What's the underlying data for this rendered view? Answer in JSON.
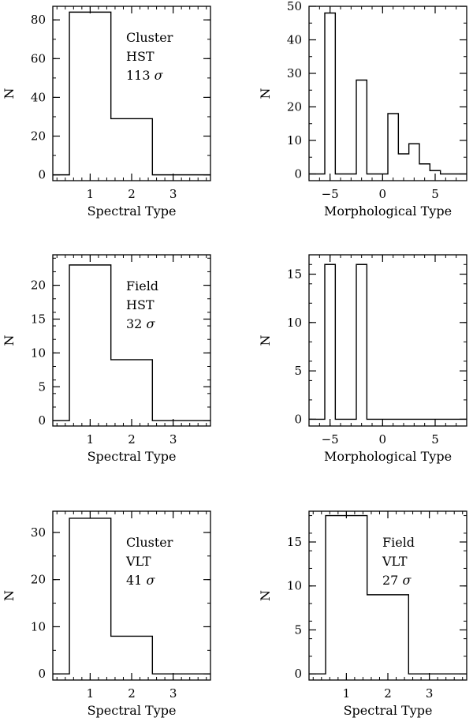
{
  "chart_data": [
    {
      "type": "bar",
      "xlabel": "Spectral Type",
      "ylabel": "N",
      "xlim": [
        0.1,
        3.9
      ],
      "ylim": [
        -3,
        87
      ],
      "xticks": [
        1,
        2,
        3
      ],
      "yticks": [
        0,
        20,
        40,
        60,
        80
      ],
      "annotation": [
        "Cluster",
        "HST",
        "113 σ"
      ],
      "bins": [
        {
          "x0": 0.1,
          "x1": 0.5,
          "value": 0
        },
        {
          "x0": 0.5,
          "x1": 1.5,
          "value": 84
        },
        {
          "x0": 1.5,
          "x1": 2.5,
          "value": 29
        },
        {
          "x0": 2.5,
          "x1": 3.9,
          "value": 0
        }
      ]
    },
    {
      "type": "bar",
      "xlabel": "Morphological Type",
      "ylabel": "N",
      "xlim": [
        -7,
        8
      ],
      "ylim": [
        -2,
        50
      ],
      "xticks": [
        -5,
        0,
        5
      ],
      "yticks": [
        0,
        10,
        20,
        30,
        40,
        50
      ],
      "annotation": [],
      "bins": [
        {
          "x0": -7,
          "x1": -5.5,
          "value": 0
        },
        {
          "x0": -5.5,
          "x1": -4.5,
          "value": 48
        },
        {
          "x0": -4.5,
          "x1": -2.5,
          "value": 0
        },
        {
          "x0": -2.5,
          "x1": -1.5,
          "value": 28
        },
        {
          "x0": -1.5,
          "x1": 0.5,
          "value": 0
        },
        {
          "x0": 0.5,
          "x1": 1.5,
          "value": 18
        },
        {
          "x0": 1.5,
          "x1": 2.5,
          "value": 6
        },
        {
          "x0": 2.5,
          "x1": 3.5,
          "value": 9
        },
        {
          "x0": 3.5,
          "x1": 4.5,
          "value": 3
        },
        {
          "x0": 4.5,
          "x1": 5.5,
          "value": 1
        },
        {
          "x0": 5.5,
          "x1": 8,
          "value": 0
        }
      ]
    },
    {
      "type": "bar",
      "xlabel": "Spectral Type",
      "ylabel": "N",
      "xlim": [
        0.1,
        3.9
      ],
      "ylim": [
        -0.8,
        24.5
      ],
      "xticks": [
        1,
        2,
        3
      ],
      "yticks": [
        0,
        5,
        10,
        15,
        20
      ],
      "annotation": [
        "Field",
        "HST",
        "32 σ"
      ],
      "bins": [
        {
          "x0": 0.1,
          "x1": 0.5,
          "value": 0
        },
        {
          "x0": 0.5,
          "x1": 1.5,
          "value": 23
        },
        {
          "x0": 1.5,
          "x1": 2.5,
          "value": 9
        },
        {
          "x0": 2.5,
          "x1": 3.9,
          "value": 0
        }
      ]
    },
    {
      "type": "bar",
      "xlabel": "Morphological Type",
      "ylabel": "N",
      "xlim": [
        -7,
        8
      ],
      "ylim": [
        -0.7,
        17
      ],
      "xticks": [
        -5,
        0,
        5
      ],
      "yticks": [
        0,
        5,
        10,
        15
      ],
      "annotation": [],
      "bins": [
        {
          "x0": -7,
          "x1": -5.5,
          "value": 0
        },
        {
          "x0": -5.5,
          "x1": -4.5,
          "value": 16
        },
        {
          "x0": -4.5,
          "x1": -2.5,
          "value": 0
        },
        {
          "x0": -2.5,
          "x1": -1.5,
          "value": 16
        },
        {
          "x0": -1.5,
          "x1": 8,
          "value": 0
        }
      ]
    },
    {
      "type": "bar",
      "xlabel": "Spectral Type",
      "ylabel": "N",
      "xlim": [
        0.1,
        3.9
      ],
      "ylim": [
        -1.3,
        34.5
      ],
      "xticks": [
        1,
        2,
        3
      ],
      "yticks": [
        0,
        10,
        20,
        30
      ],
      "annotation": [
        "Cluster",
        "VLT",
        "41 σ"
      ],
      "bins": [
        {
          "x0": 0.1,
          "x1": 0.5,
          "value": 0
        },
        {
          "x0": 0.5,
          "x1": 1.5,
          "value": 33
        },
        {
          "x0": 1.5,
          "x1": 2.5,
          "value": 8
        },
        {
          "x0": 2.5,
          "x1": 3.9,
          "value": 0
        }
      ]
    },
    {
      "type": "bar",
      "xlabel": "Spectral Type",
      "ylabel": "N",
      "xlim": [
        0.1,
        3.9
      ],
      "ylim": [
        -0.7,
        18.5
      ],
      "xticks": [
        1,
        2,
        3
      ],
      "yticks": [
        0,
        5,
        10,
        15
      ],
      "annotation": [
        "Field",
        "VLT",
        "27 σ"
      ],
      "bins": [
        {
          "x0": 0.1,
          "x1": 0.5,
          "value": 0
        },
        {
          "x0": 0.5,
          "x1": 1.5,
          "value": 18
        },
        {
          "x0": 1.5,
          "x1": 2.5,
          "value": 9
        },
        {
          "x0": 2.5,
          "x1": 3.9,
          "value": 0
        }
      ]
    }
  ]
}
